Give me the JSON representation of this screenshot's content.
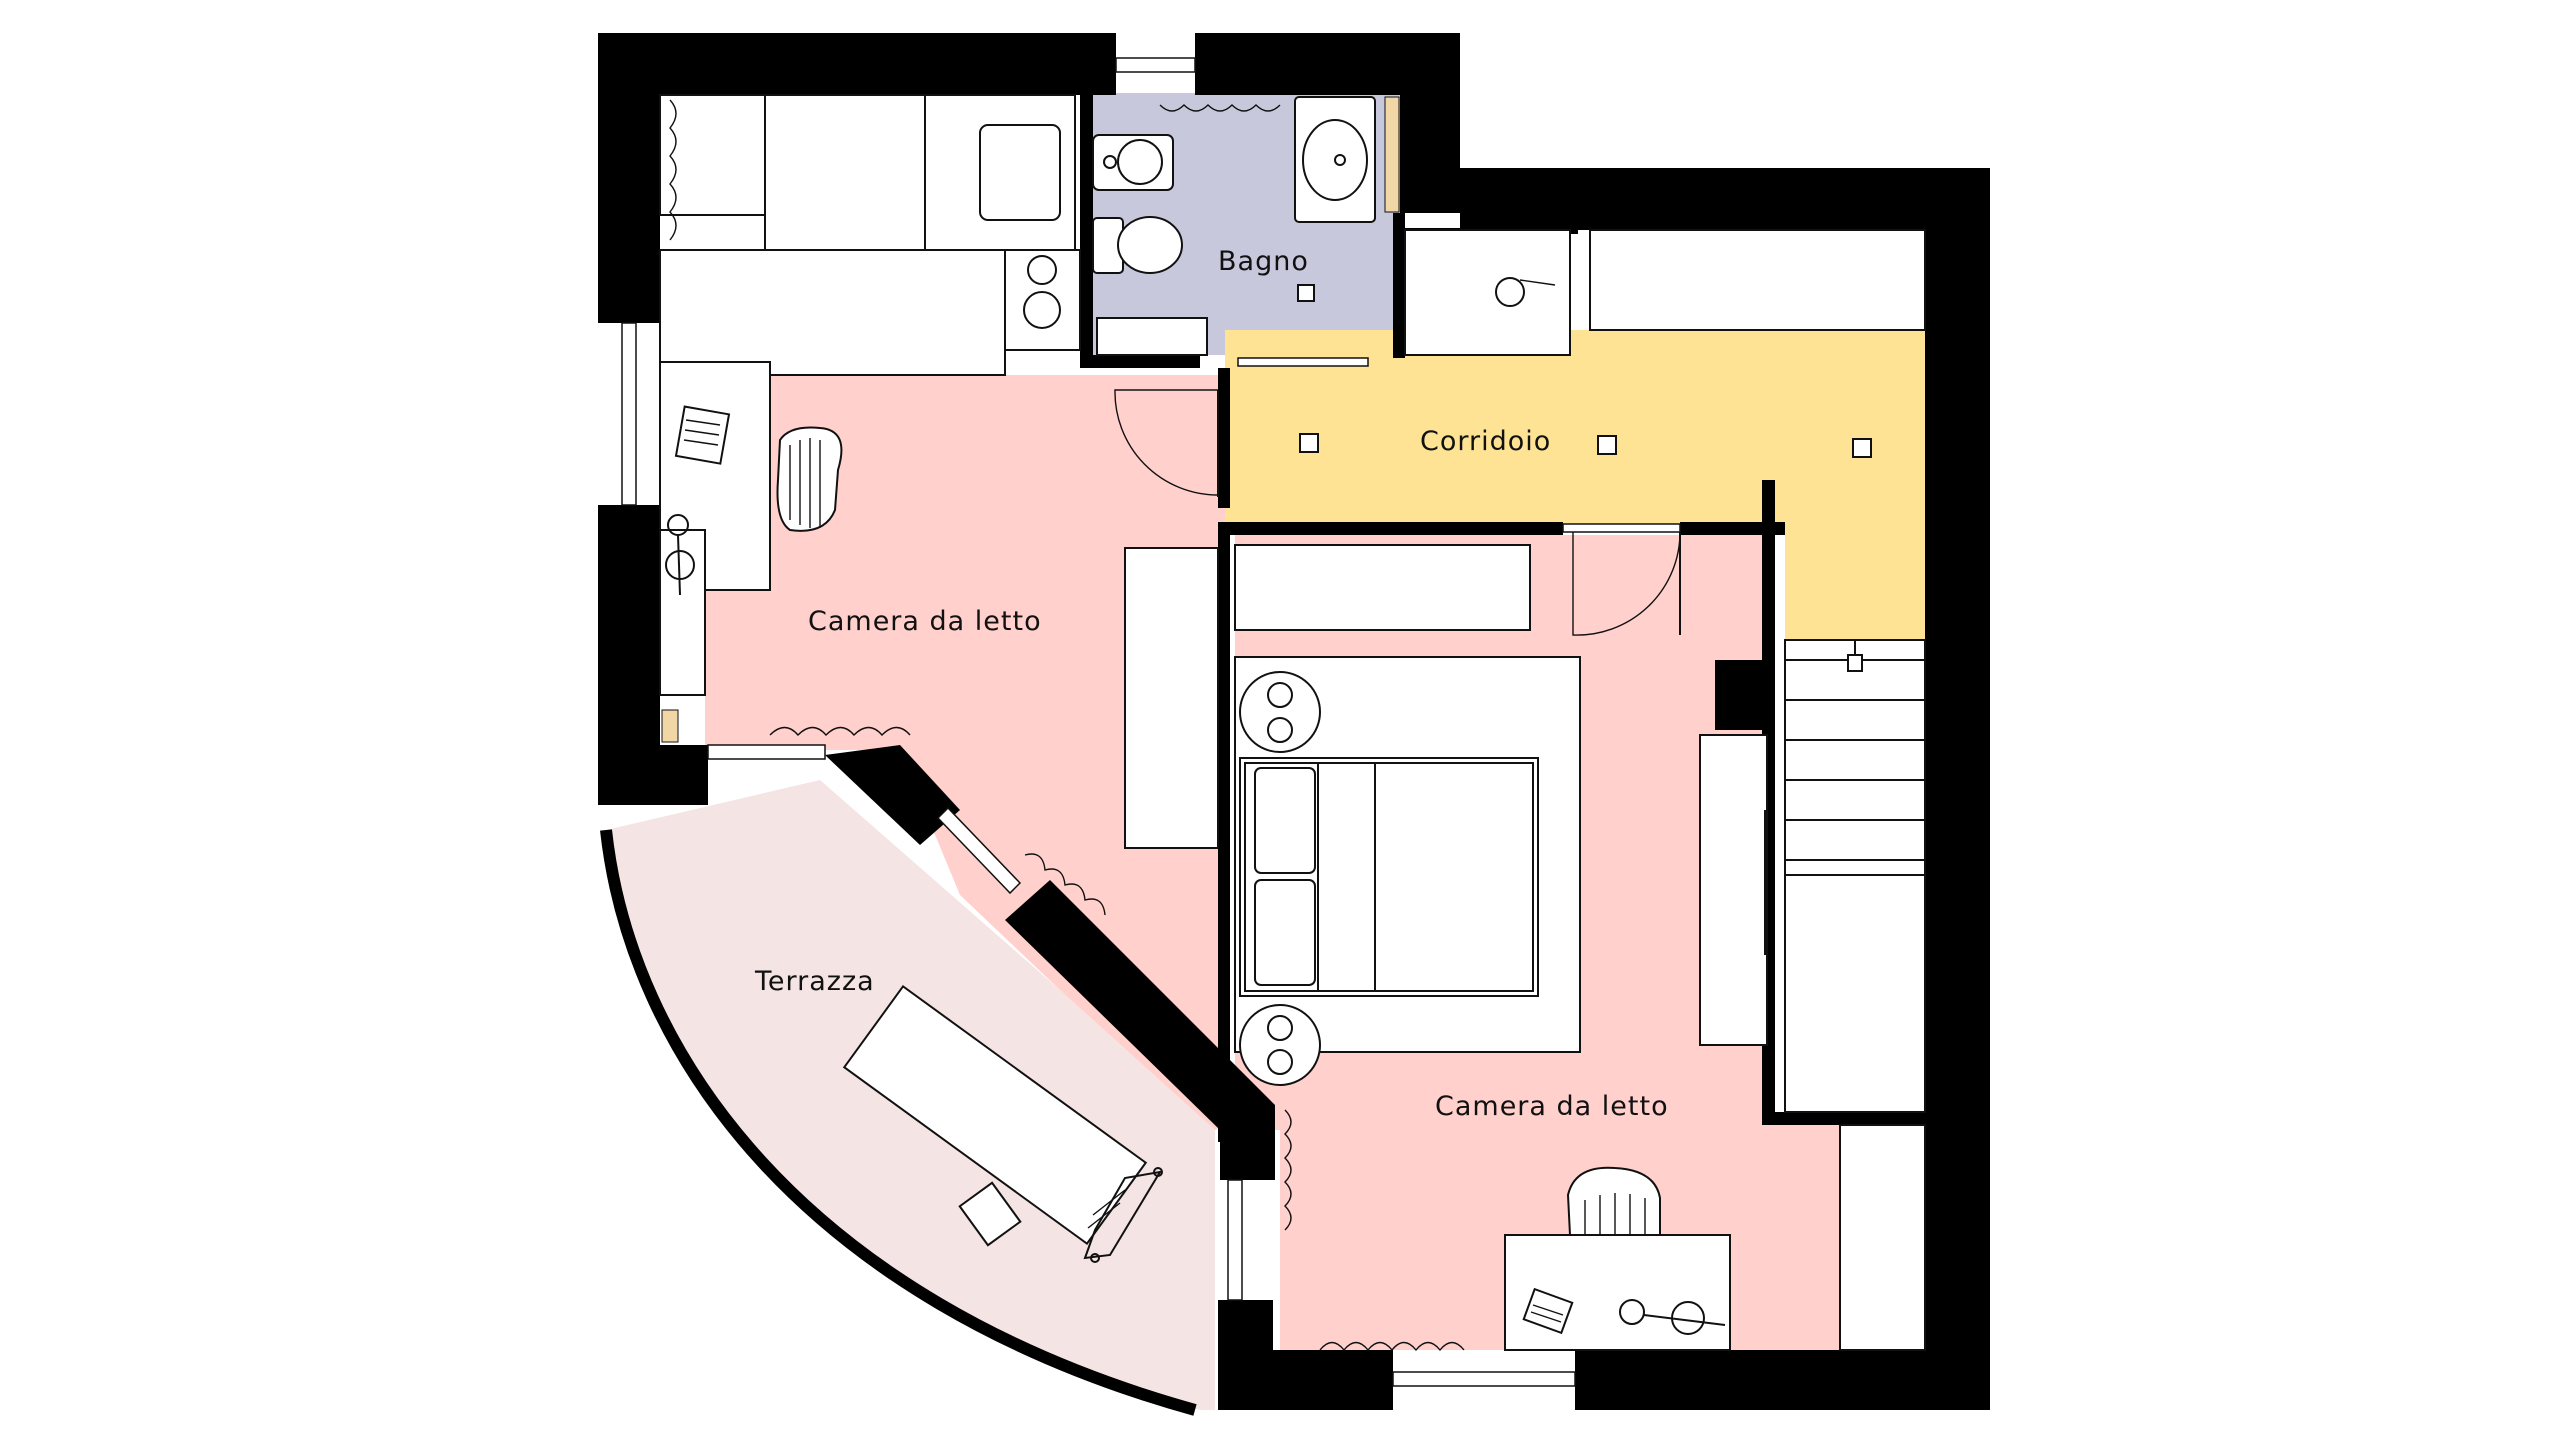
{
  "plan": {
    "rooms": [
      {
        "id": "bedroom-1",
        "label": "Camera da letto",
        "color": "#ffd0cc"
      },
      {
        "id": "bathroom",
        "label": "Bagno",
        "color": "#c8c8dd"
      },
      {
        "id": "corridor",
        "label": "Corridoio",
        "color": "#ffe394"
      },
      {
        "id": "bedroom-2",
        "label": "Camera da letto",
        "color": "#ffd0cc"
      },
      {
        "id": "terrace",
        "label": "Terrazza",
        "color": "#f5e4e4"
      }
    ],
    "colors": {
      "wall": "#000000",
      "furniture_fill": "#ffffff",
      "outline": "#111111",
      "wood_accent": "#f2d7a6"
    },
    "icons": [
      "bed-icon",
      "desk-icon",
      "chair-icon",
      "laptop-icon",
      "lamp-icon",
      "toilet-icon",
      "sink-icon",
      "shower-icon",
      "plant-icon",
      "staircase-icon",
      "door-swing-icon",
      "window-icon",
      "lounger-icon",
      "nightstand-icon",
      "wardrobe-icon",
      "ceiling-light-icon"
    ]
  }
}
